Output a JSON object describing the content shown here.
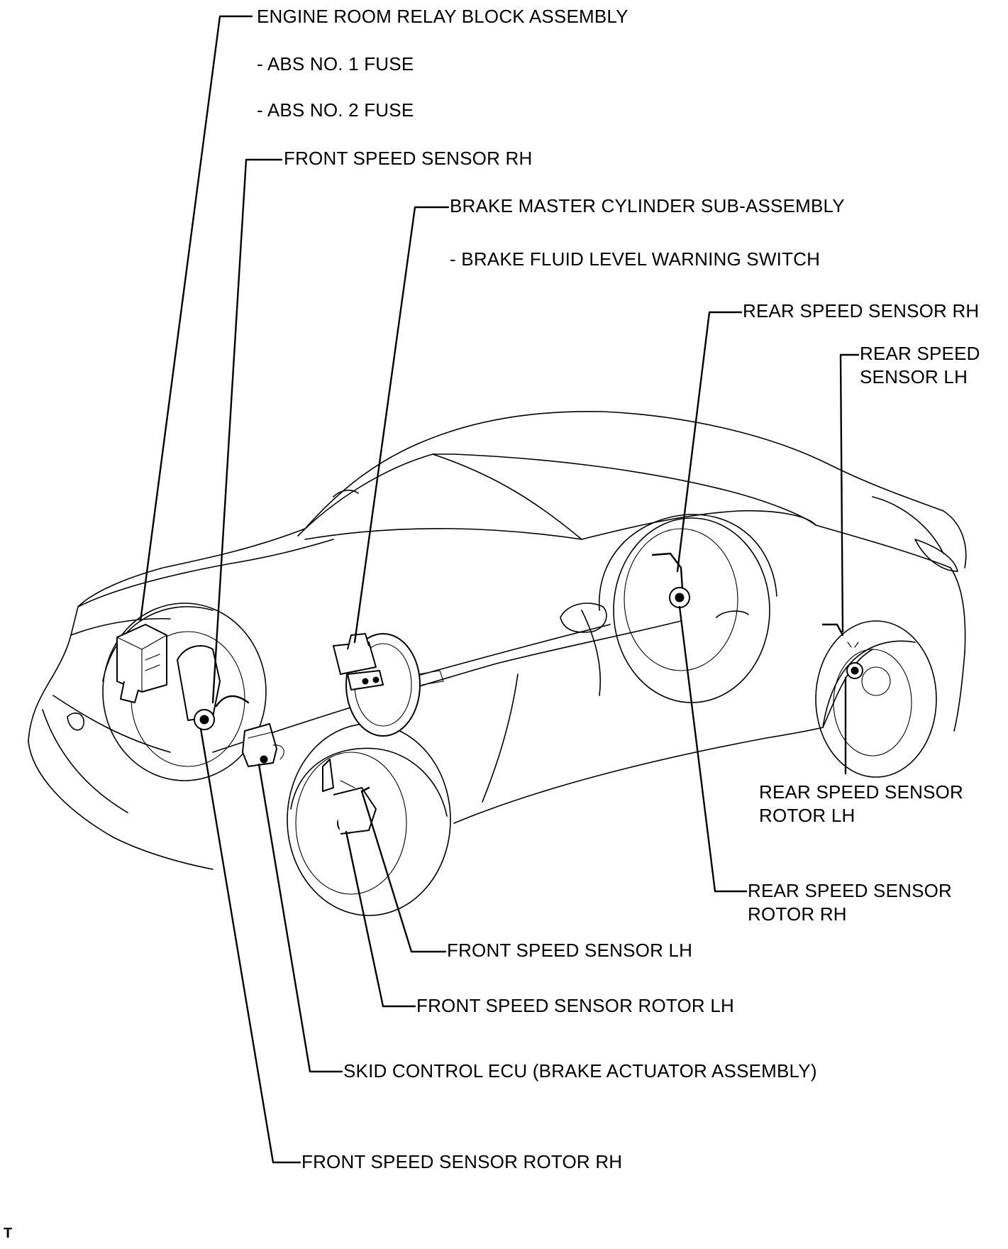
{
  "labels": {
    "engine_room_relay": "ENGINE ROOM RELAY BLOCK ASSEMBLY",
    "abs_no1_fuse": "- ABS NO. 1 FUSE",
    "abs_no2_fuse": "- ABS NO. 2 FUSE",
    "front_speed_sensor_rh": "FRONT SPEED SENSOR RH",
    "brake_master_cylinder": "BRAKE MASTER CYLINDER SUB-ASSEMBLY",
    "brake_fluid_level_switch": "- BRAKE FLUID LEVEL WARNING SWITCH",
    "rear_speed_sensor_rh": "REAR SPEED SENSOR RH",
    "rear_speed_sensor_lh_line1": "REAR SPEED",
    "rear_speed_sensor_lh_line2": "SENSOR LH",
    "rear_speed_sensor_rotor_lh_line1": "REAR SPEED SENSOR",
    "rear_speed_sensor_rotor_lh_line2": "ROTOR LH",
    "rear_speed_sensor_rotor_rh_line1": "REAR SPEED SENSOR",
    "rear_speed_sensor_rotor_rh_line2": "ROTOR RH",
    "front_speed_sensor_lh": "FRONT SPEED SENSOR LH",
    "front_speed_sensor_rotor_lh": "FRONT SPEED SENSOR ROTOR LH",
    "skid_control_ecu": "SKID CONTROL ECU (BRAKE ACTUATOR ASSEMBLY)",
    "front_speed_sensor_rotor_rh": "FRONT SPEED SENSOR ROTOR RH"
  },
  "figure_code": "T"
}
